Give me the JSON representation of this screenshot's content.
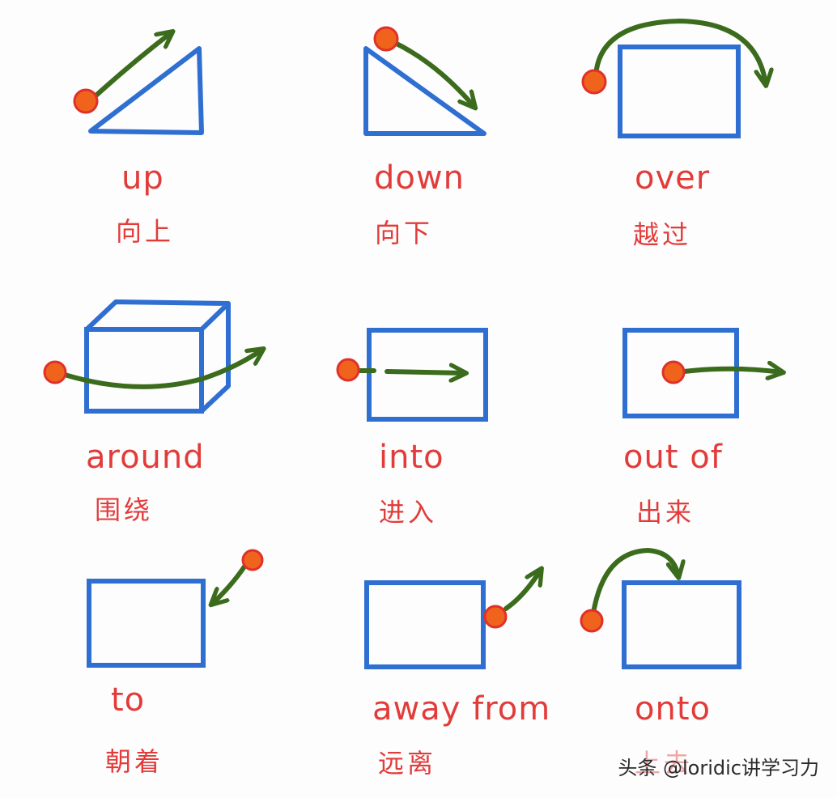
{
  "colors": {
    "shape": "#2f6fd1",
    "arrow": "#3b6b1c",
    "ball": "#f0631c",
    "ball_outline": "#e0302a",
    "text": "#e23c3a"
  },
  "items": [
    {
      "en": "up",
      "zh": "向上"
    },
    {
      "en": "down",
      "zh": "向下"
    },
    {
      "en": "over",
      "zh": "越过"
    },
    {
      "en": "around",
      "zh": "围绕"
    },
    {
      "en": "into",
      "zh": "进入"
    },
    {
      "en": "out of",
      "zh": "出来"
    },
    {
      "en": "to",
      "zh": "朝着"
    },
    {
      "en": "away from",
      "zh": "远离"
    },
    {
      "en": "onto",
      "zh": "上去"
    }
  ],
  "watermark": "头条 @loridic讲学习力"
}
